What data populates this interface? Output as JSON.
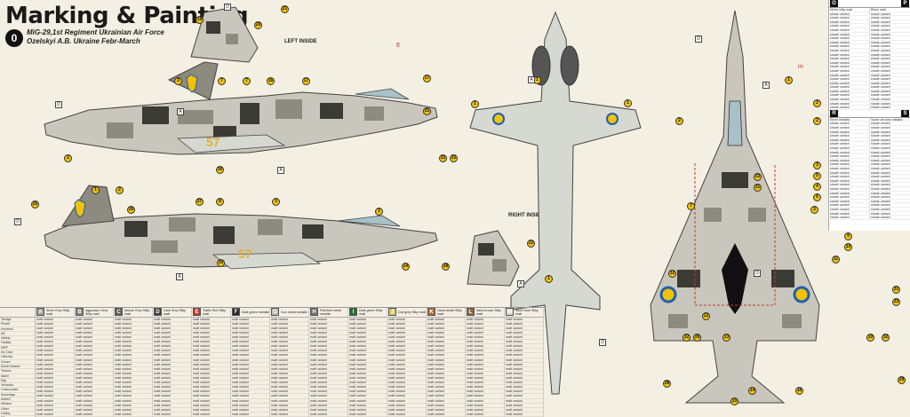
{
  "header": {
    "title": "Marking & Painting",
    "badge_number": "0",
    "subtitle_line1": "MiG-29,1st Regiment Ukrainian Air Force",
    "subtitle_line2": "Ozelskyi A.B. Ukraine Febr-March"
  },
  "views": {
    "left_inside": "LEFT INSIDE",
    "right_inside": "RIGHT INSIDE"
  },
  "aircraft": {
    "side_number": "57"
  },
  "callouts": {
    "c1": "1",
    "c2": "2",
    "c3": "3",
    "c7": "7",
    "c8": "8",
    "c11": "11",
    "c16": "16",
    "c17": "17",
    "c19": "19",
    "c20": "20",
    "c21": "21",
    "c22": "22",
    "c24": "24",
    "c25": "25",
    "c26": "26",
    "c27": "27",
    "c28": "28",
    "c29": "29",
    "c30": "30",
    "c31": "31",
    "c32": "32",
    "c33": "33",
    "c4": "4",
    "c5": "5",
    "c9": "9",
    "c10": "10",
    "c12": "12",
    "c13": "13",
    "c14": "14",
    "c15": "15",
    "c6": "6"
  },
  "box_labels": {
    "A": "A",
    "D": "D",
    "E": "E",
    "m": "m"
  },
  "colors": {
    "digital_light": "#c9c6bd",
    "digital_mid": "#8d8a80",
    "digital_dark": "#3b3b36",
    "underside": "#d6d8d2",
    "ukraine_blue": "#1f5fb0",
    "ukraine_yellow": "#f2c200",
    "red_line": "#c0392b"
  },
  "paint_table": {
    "columns": [
      {
        "code": "A",
        "color": "#9b9c97",
        "name": "Silver Grey Silky matt"
      },
      {
        "code": "B",
        "color": "#7e8079",
        "name": "Aggressor Grey Silky matt"
      },
      {
        "code": "C",
        "color": "#5d5f5a",
        "name": "Mouse Grey Silky matt"
      },
      {
        "code": "D",
        "color": "#3e403c",
        "name": "Dark Grey Silky matt"
      },
      {
        "code": "E",
        "color": "#c7372f",
        "name": "Traffic Red Silky matt"
      },
      {
        "code": "F",
        "color": "#2a2a2a",
        "name": "Dark green metallic"
      },
      {
        "code": "G",
        "color": "#b7b9b5",
        "name": "Gun metal metallic"
      },
      {
        "code": "H",
        "color": "#6f6f6f",
        "name": "Polished metal metallic"
      },
      {
        "code": "I",
        "color": "#2c6a2e",
        "name": "Dark green Silky matt"
      },
      {
        "code": "J",
        "color": "#d9c46c",
        "name": "Dull grey Silky matt"
      },
      {
        "code": "K",
        "color": "#b46c2c",
        "name": "Harsh khaki Silky matt"
      },
      {
        "code": "L",
        "color": "#8c6a44",
        "name": "Sand brown Silky matt"
      },
      {
        "code": "M",
        "color": "#d8d4c8",
        "name": "Silver tone Silky matt"
      }
    ],
    "row_names": [
      "Tamiya",
      "Revell",
      "Humbrol",
      "AK",
      "Vallejo",
      "Hataka",
      "MRP",
      "Mr.Color",
      "Lifecolor",
      "Gunze",
      "Model Master",
      "Testors",
      "Italeri",
      "Mig",
      "Xtracolor",
      "Colourcoats",
      "Sovereign",
      "AMMO",
      "Mission",
      "Other",
      "Hobby",
      "FS"
    ],
    "row_value": "matt variant"
  },
  "legend": {
    "sections": [
      {
        "code": "O",
        "code2": "P",
        "left_title": "White silky matt",
        "right_title": "Black matt"
      },
      {
        "code": "R",
        "code2": "S",
        "left_title": "Silver metallic",
        "right_title": "Super chrome metallic"
      }
    ],
    "row_left": "shade variant",
    "row_right": "shade variant"
  }
}
